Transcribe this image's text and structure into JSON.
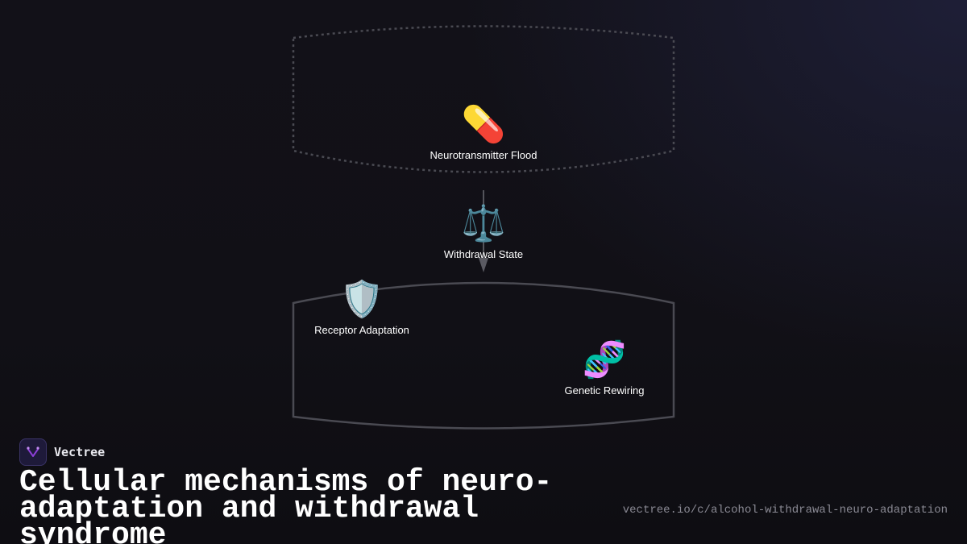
{
  "diagram": {
    "nodes": [
      {
        "id": "flood",
        "icon": "💊",
        "icon_name": "pill-icon",
        "label": "Neurotransmitter Flood"
      },
      {
        "id": "withdrawal",
        "icon": "⚖️",
        "icon_name": "balance-scale-icon",
        "label": "Withdrawal State"
      },
      {
        "id": "receptor",
        "icon": "🛡️",
        "icon_name": "shield-icon",
        "label": "Receptor Adaptation"
      },
      {
        "id": "genetic",
        "icon": "🧬",
        "icon_name": "dna-icon",
        "label": "Genetic Rewiring"
      }
    ],
    "edges": [
      {
        "from": "flood",
        "to": "withdrawal"
      }
    ],
    "groups": [
      {
        "id": "top-group",
        "border": "dotted"
      },
      {
        "id": "bottom-group",
        "border": "solid"
      }
    ]
  },
  "brand": {
    "name": "Vectree",
    "logo_icon": "vectree-logo-icon",
    "logo_color": "#8b3fd6"
  },
  "title": "Cellular mechanisms of neuro-adaptation and withdrawal syndrome",
  "url": "vectree.io/c/alcohol-withdrawal-neuro-adaptation",
  "colors": {
    "background": "#111016",
    "group_border": "#4a4a52",
    "text": "#ffffff",
    "muted_text": "#8a8a94"
  }
}
